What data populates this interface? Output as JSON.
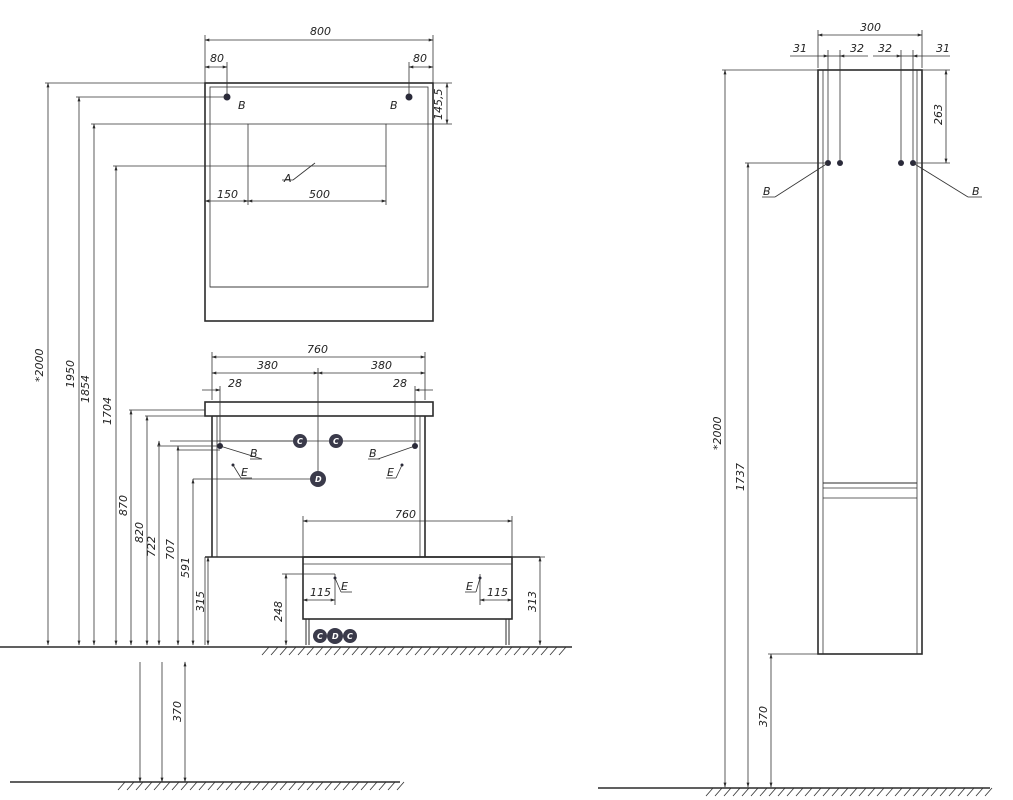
{
  "dims": {
    "mirror_width": "800",
    "mirror_left_offset": "80",
    "mirror_right_offset": "80",
    "mirror_top_gap": "145,5",
    "shelf_left": "150",
    "shelf_width": "500",
    "height_total": "*2000",
    "height_1950": "1950",
    "height_1854": "1854",
    "height_1704": "1704",
    "cabinet_width": "760",
    "cabinet_half_left": "380",
    "cabinet_half_right": "380",
    "cabinet_edge_left": "28",
    "cabinet_edge_right": "28",
    "height_870": "870",
    "height_820": "820",
    "height_722": "722",
    "height_707": "707",
    "height_591": "591",
    "height_315": "315",
    "height_248": "248",
    "lower_width": "760",
    "lower_edge_left": "115",
    "lower_edge_right": "115",
    "height_313": "313",
    "height_370_left": "370",
    "column_width": "300",
    "column_edge_left": "31",
    "column_gap_left": "32",
    "column_gap_right": "32",
    "column_edge_right": "31",
    "column_top_gap": "263",
    "column_height_total": "*2000",
    "column_height_1737": "1737",
    "height_370_right": "370"
  },
  "labels": {
    "a": "A",
    "b": "B",
    "c": "C",
    "d": "D",
    "e": "E"
  }
}
